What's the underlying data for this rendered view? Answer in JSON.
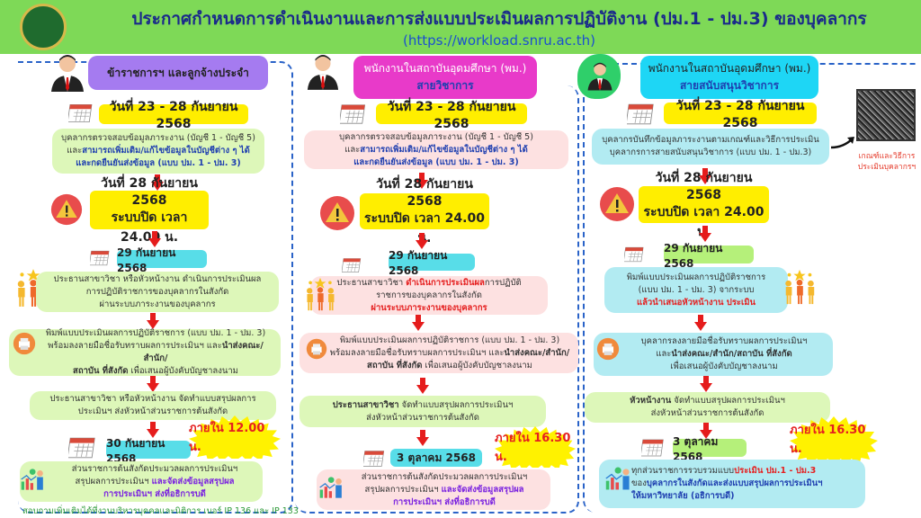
{
  "header": {
    "title": "ประกาศกำหนดการดำเนินงานและการส่งแบบประเมินผลการปฏิบัติงาน (ปม.1 - ปม.3) ของบุคลากร",
    "url": "(https://workload.snru.ac.th)"
  },
  "col1": {
    "heading": "ข้าราชการฯ และลูกจ้างประจำ",
    "date1": "วันที่ 23 - 28 กันยายน 2568",
    "s1": [
      "บุคลากรตรวจสอบข้อมูลภาระงาน (บัญชี 1 - บัญชี 5)",
      "และ",
      "สามารถเพิ่มเติม/แก้ไขข้อมูลในบัญชีต่าง ๆ ได้",
      "และกดยืนยันส่งข้อมูล (แบบ ปม. 1 - ปม. 3)"
    ],
    "close1": "วันที่ 28 กันยายน 2568",
    "close2": "ระบบปิด เวลา 24.00 น.",
    "date2": "29 กันยายน  2568",
    "s2": [
      "ประธานสาขาวิชา หรือหัวหน้างาน ดำเนินการประเมินผล",
      "การปฏิบัติราชการของบุคลากรในสังกัด",
      "ผ่านระบบภาระงานของบุคลากร"
    ],
    "s3": [
      "พิมพ์แบบประเมินผลการปฏิบัติราชการ (แบบ ปม. 1 - ปม. 3)",
      "พร้อมลงลายมือชื่อรับทราบผลการประเมินฯ และ",
      "นำส่งคณะ/สำนัก/",
      "สถาบัน ที่สังกัด",
      " เพื่อเสนอผู้บังคับบัญชาลงนาม"
    ],
    "s4": [
      "ประธานสาขาวิชา หรือหัวหน้างาน จัดทำแบบสรุปผลการ",
      "ประเมินฯ ส่งหัวหน้าส่วนราชการต้นสังกัด"
    ],
    "date3": "30 กันยายน 2568",
    "deadline": "ภายใน 12.00 น.",
    "s5": [
      "ส่วนราชการต้นสังกัดประมวลผลการประเมินฯ",
      "สรุปผลการประเมินฯ ",
      "และจัดส่งข้อมูลสรุปผล",
      "การประเมินฯ ส่งที่อธิการบดี"
    ],
    "footer": "สอบถามเพิ่มเติมได้ที่งานบริหารบุคคลและนิติการ เบอร์ IP 136 และ IP 133"
  },
  "col2": {
    "heading1": "พนักงานในสถาบันอุดมศึกษา (พม.)",
    "heading2": "สายวิชาการ",
    "date1": "วันที่ 23 - 28 กันยายน 2568",
    "s1": [
      "บุคลากรตรวจสอบข้อมูลภาระงาน (บัญชี 1 - บัญชี 5)",
      "และ",
      "สามารถเพิ่มเติม/แก้ไขข้อมูลในบัญชีต่าง ๆ ได้",
      "และกดยืนยันส่งข้อมูล (แบบ ปม. 1 - ปม. 3)"
    ],
    "close1": "วันที่ 28 กันยายน 2568",
    "close2": "ระบบปิด เวลา 24.00 น.",
    "date2": "29 กันยายน 2568",
    "s2": [
      "ประธานสาขาวิชา ",
      "ดำเนินการประเมินผล",
      "การปฏิบัติ",
      "ราชการของบุคลากรในสังกัด",
      "ผ่านระบบภาระงานของบุคลากร"
    ],
    "s3": [
      "พิมพ์แบบประเมินผลการปฏิบัติราชการ (แบบ ปม. 1 - ปม. 3)",
      "พร้อมลงลายมือชื่อรับทราบผลการประเมินฯ และ",
      "นำส่งคณะ/สำนัก/",
      "สถาบัน ที่สังกัด",
      " เพื่อเสนอผู้บังคับบัญชาลงนาม"
    ],
    "s4": [
      "ประธานสาขาวิชา",
      " จัดทำแบบสรุปผลการประเมินฯ",
      "ส่งหัวหน้าส่วนราชการต้นสังกัด"
    ],
    "date3": "3 ตุลาคม 2568",
    "deadline": "ภายใน 16.30 น.",
    "s5": [
      "ส่วนราชการต้นสังกัดประมวลผลการประเมินฯ",
      "สรุปผลการประเมินฯ ",
      "และจัดส่งข้อมูลสรุปผล",
      "การประเมินฯ ส่งที่อธิการบดี"
    ]
  },
  "col3": {
    "heading1": "พนักงานในสถาบันอุดมศึกษา (พม.)",
    "heading2": "สายสนับสนุนวิชาการ",
    "date1": "วันที่ 23 - 28 กันยายน 2568",
    "s1": [
      "บุคลากรบันทึกข้อมูลภาระงานตามเกณฑ์และวิธีการประเมิน",
      "บุคลากรการสายสนับสนุนวิชาการ (แบบ ปม. 1 - ปม.3)"
    ],
    "qr_caption": [
      "เกณฑ์และวิธีการ",
      "ประเมินบุคลากรฯ"
    ],
    "close1": "วันที่ 28 กันยายน 2568",
    "close2": "ระบบปิด เวลา 24.00 น.",
    "date2": "29 กันยายน 2568",
    "s2": [
      "พิมพ์แบบประเมินผลการปฏิบัติราชการ",
      "(แบบ ปม. 1 - ปม. 3) จากระบบ",
      "แล้วนำเสนอหัวหน้างาน ประเมิน"
    ],
    "s3": [
      "บุคลากรลงลายมือชื่อรับทราบผลการประเมินฯ",
      "และ",
      "นำส่งคณะ/สำนัก/สถาบัน ที่สังกัด",
      "เพื่อเสนอผู้บังคับบัญชาลงนาม"
    ],
    "s4": [
      "หัวหน้างาน",
      " จัดทำแบบสรุปผลการประเมินฯ",
      "ส่งหัวหน้าส่วนราชการต้นสังกัด"
    ],
    "date3": "3 ตุลาคม 2568",
    "deadline": "ภายใน 16.30 น.",
    "s5": [
      "ทุกส่วนราชการรวบรวมแบบ",
      "ประเมิน ปม.1 - ปม.3",
      "ของ",
      "บุคลากรในสังกัดและส่งแบบสรุปผลการประเมินฯ",
      "ให้มหาวิทยาลัย (อธิการบดี)"
    ]
  },
  "colors": {
    "header": "#7ed957",
    "col1_heading": "#a57bf0",
    "col2_heading": "#e83ac9",
    "col3_heading": "#1ed6f5",
    "date_yellow": "#ffee00",
    "date_cyan": "#58dde8"
  }
}
